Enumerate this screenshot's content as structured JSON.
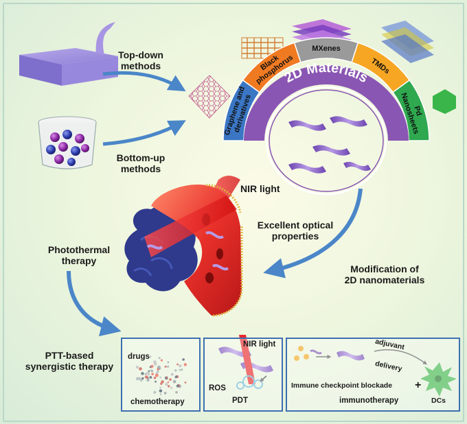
{
  "labels": {
    "top_down": "Top-down\nmethods",
    "bottom_up": "Bottom-up\nmethods",
    "nir_light": "NIR light",
    "optical": "Excellent optical\nproperties",
    "modification": "Modification of\n2D nanomaterials",
    "photothermal": "Photothermal\ntherapy",
    "synergistic": "PTT-based\nsynergistic therapy"
  },
  "arc": {
    "title": "2D Materials",
    "segments": [
      {
        "label": "Graphene and derivatives",
        "color": "#3a76c4"
      },
      {
        "label": "Black phosphorus",
        "color": "#f07a22"
      },
      {
        "label": "MXenes",
        "color": "#9a9a9a"
      },
      {
        "label": "TMDs",
        "color": "#f6a623"
      },
      {
        "label": "Pd Nanosheets",
        "color": "#2fa84f"
      }
    ],
    "inner_color": "#8a56b3"
  },
  "panels": {
    "chemo": {
      "top": "drugs",
      "bottom": "chemotherapy"
    },
    "pdt": {
      "top": "NIR light",
      "left": "ROS",
      "bottom": "PDT"
    },
    "immuno": {
      "adjuvant": "adjuvant",
      "delivery": "delivery",
      "blockade": "Immune checkpoint blockade",
      "plus": "+",
      "dcs": "DCs",
      "bottom": "immunotherapy"
    }
  },
  "colors": {
    "arrow": "#4a86c8",
    "laser": "#e8282a",
    "border": "#3c6fb1",
    "purple": "#7b55b6"
  }
}
